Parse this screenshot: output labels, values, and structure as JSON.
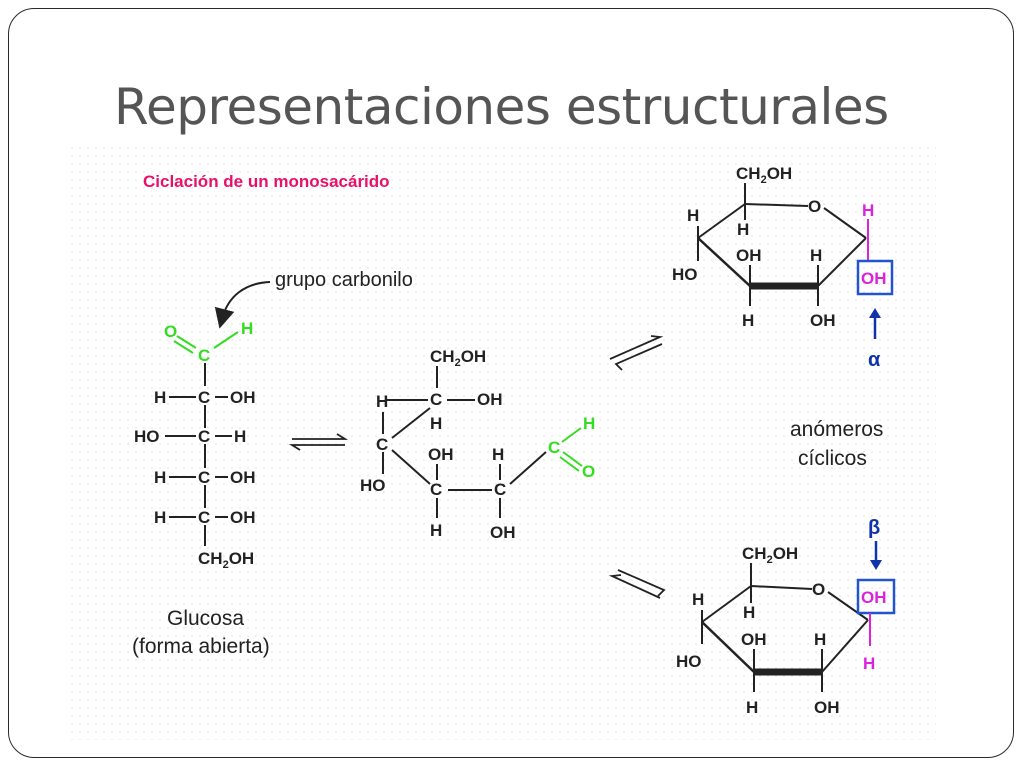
{
  "slide": {
    "title": "Representaciones estructurales"
  },
  "diagram": {
    "heading": "Ciclación de un monosacárido",
    "carbonyl_label": "grupo  carbonilo",
    "open_chain": {
      "caption_line1": "Glucosa",
      "caption_line2": "(forma abierta)",
      "O": "O",
      "C": "C",
      "H": "H",
      "OH": "OH",
      "HO": "HO",
      "CH": "CH",
      "sub2": "2"
    },
    "anomers_line1": "anómeros",
    "anomers_line2": "cíclicos",
    "alpha_label": "α",
    "beta_label": "β",
    "colors": {
      "heading": "#e8106a",
      "carbonyl": "#33dd22",
      "anomeric_h": "#dd22dd",
      "box": "#2255cc",
      "arrow": "#1133aa"
    }
  }
}
